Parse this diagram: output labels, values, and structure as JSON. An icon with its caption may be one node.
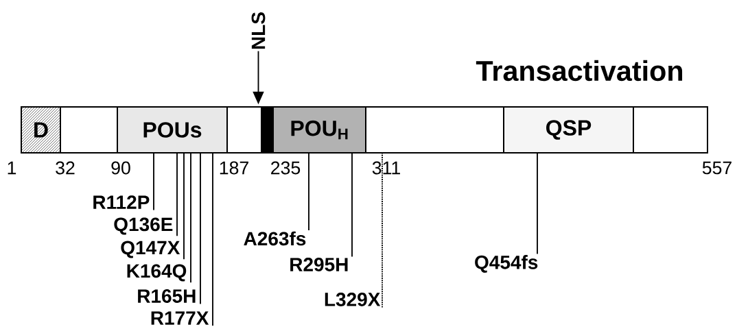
{
  "diagram": {
    "nodes": [
      {
        "text": [],
        "shape": "bar"
      },
      {
        "text": [
          "D"
        ],
        "in": 0
      },
      {
        "text": [
          "POUs"
        ],
        "in": 0
      },
      {
        "text": [],
        "shape": "bar",
        "in": 0
      },
      {
        "text": [
          "POU$_{H}$"
        ],
        "in": 0
      },
      {
        "text": [
          "QSP"
        ],
        "in": 0
      },
      {
        "text": [
          "NLS"
        ]
      },
      {
        "text": [
          "R112P"
        ]
      },
      {
        "text": [
          "Q136E"
        ]
      },
      {
        "text": [
          "Q147X"
        ]
      },
      {
        "text": [
          "K164Q"
        ]
      },
      {
        "text": [
          "R165H"
        ]
      },
      {
        "text": [
          "R177X"
        ]
      },
      {
        "text": [
          "A263fs"
        ]
      },
      {
        "text": [
          "R295H"
        ]
      },
      {
        "text": [
          "L329X"
        ]
      },
      {
        "text": [
          "Q454fs"
        ]
      }
    ],
    "edges": [
      {
        "from": 6,
        "to": 3,
        "arrow": "to"
      },
      {
        "from": 7,
        "to": 2,
        "arrow": "none"
      },
      {
        "from": 8,
        "to": 2,
        "arrow": "none"
      },
      {
        "from": 9,
        "to": 2,
        "arrow": "none"
      },
      {
        "from": 10,
        "to": 2,
        "arrow": "none"
      },
      {
        "from": 11,
        "to": 2,
        "arrow": "none"
      },
      {
        "from": 12,
        "to": 2,
        "arrow": "none"
      },
      {
        "from": 13,
        "to": 4,
        "arrow": "none"
      },
      {
        "from": 14,
        "to": 4,
        "arrow": "none"
      },
      {
        "from": 15,
        "to": 0,
        "arrow": "none",
        "style": "dashed"
      },
      {
        "from": 16,
        "to": 5,
        "arrow": "none"
      }
    ],
    "labels": [
      "Transactivation",
      "1",
      "32",
      "90",
      "187",
      "235",
      "311",
      "557"
    ]
  }
}
